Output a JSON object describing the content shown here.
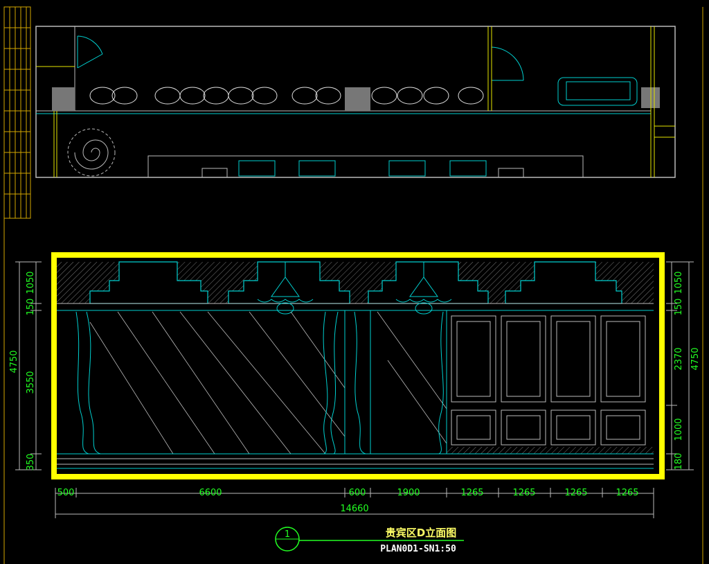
{
  "drawing": {
    "title": "贵宾区D立面图",
    "sheet_label": "PLAN0D1-SN1:50",
    "callout_number": "1"
  },
  "dimensions": {
    "bottom_segments": [
      "500",
      "6600",
      "600",
      "1900",
      "1265",
      "1265",
      "1265",
      "1265"
    ],
    "bottom_total": "14660",
    "left_segments": [
      "1050",
      "150",
      "3550",
      "350"
    ],
    "left_total": "4750",
    "right_segments": [
      "1050",
      "150",
      "2370",
      "1000",
      "180"
    ],
    "right_total": "4750"
  },
  "colors": {
    "background": "#000000",
    "highlight_frame": "#ffff00",
    "cad_cyan": "#00e5e5",
    "cad_white": "#d9d9d9",
    "cad_yellow": "#e6e600",
    "dimension_text": "#22ff22"
  }
}
